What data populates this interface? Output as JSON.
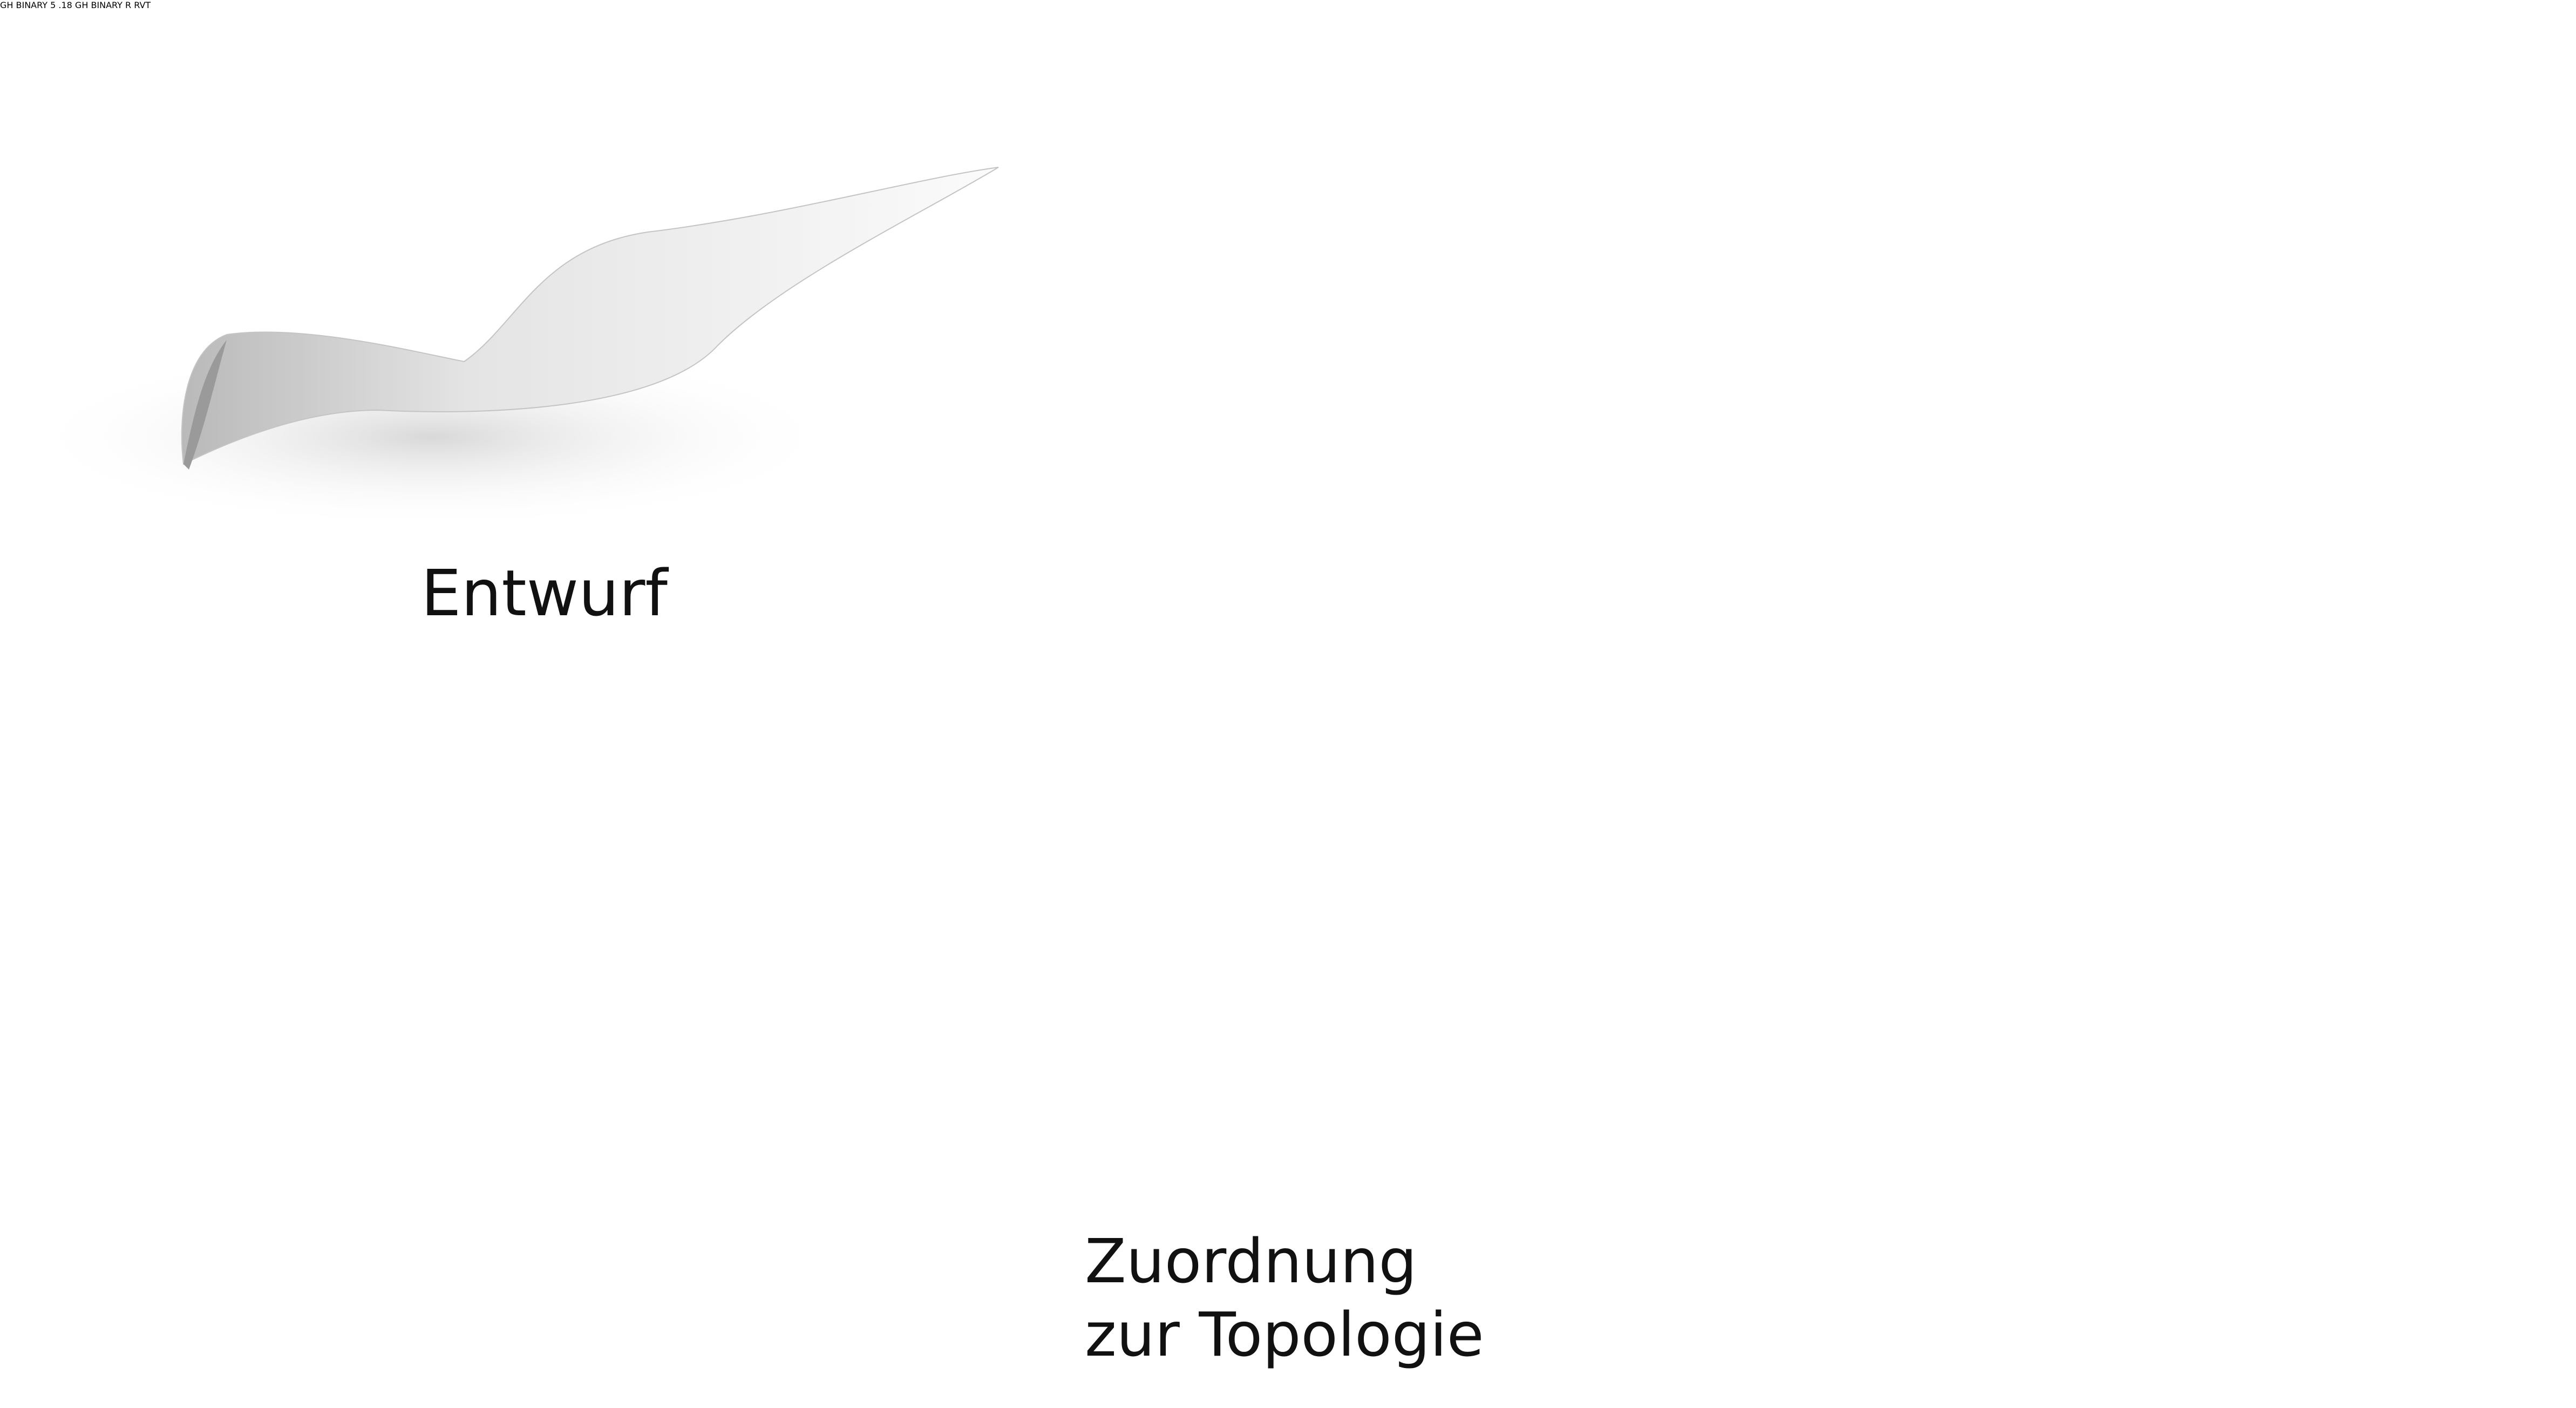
{
  "labels": {
    "entwurf": "Entwurf",
    "zuordnung_line1": "Zuordnung",
    "zuordnung_line2": "zur Topologie"
  },
  "file_icons": {
    "gh_caption": "GH BINARY",
    "rfem_version_major": "5",
    "rfem_version_minor": ".18",
    "revit_letter": "R",
    "revit_caption": "RVT"
  },
  "icons": [
    "rhino-logo-icon",
    "grasshopper-file-icon",
    "rfem-app-icon",
    "revit-file-icon"
  ],
  "colors": {
    "grasshopper_wire": "#c8b23a",
    "rfem_wire": "#2a2a1a",
    "rfem_brace": "#8a8aff",
    "rfem_support": "#33dd33",
    "mapped_mesh": "#b3a23a",
    "revit_grey": "#555555",
    "arrow": "#111111"
  }
}
